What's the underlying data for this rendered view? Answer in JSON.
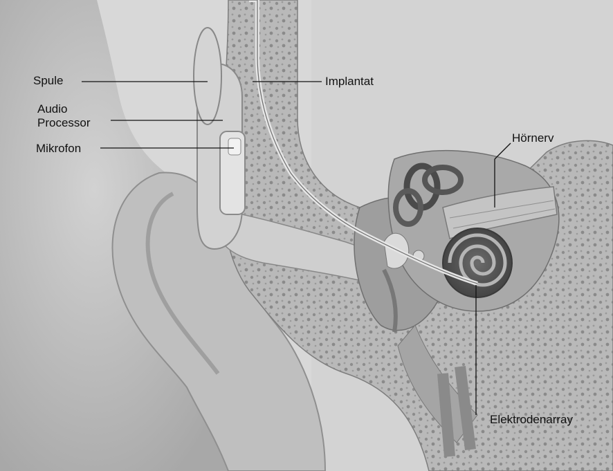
{
  "labels": {
    "spule": "Spule",
    "audio_processor_line1": "Audio",
    "audio_processor_line2": "Processor",
    "mikrofon": "Mikrofon",
    "implantat": "Implantat",
    "hoernerv": "Hörnerv",
    "elektrodenarray": "Elektrodenarray"
  },
  "colors": {
    "background_page": "#dcdcdc",
    "skin": "#c9c9c9",
    "bone": "#bcbcbc",
    "label_text": "#111111"
  }
}
